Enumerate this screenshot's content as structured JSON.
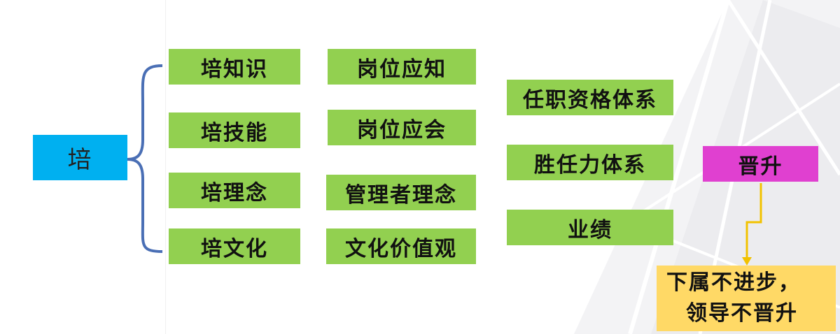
{
  "root": {
    "label": "培"
  },
  "column1": [
    {
      "label": "培知识"
    },
    {
      "label": "培技能"
    },
    {
      "label": "培理念"
    },
    {
      "label": "培文化"
    }
  ],
  "column2": [
    {
      "label": "岗位应知"
    },
    {
      "label": "岗位应会"
    },
    {
      "label": "管理者理念"
    },
    {
      "label": "文化价值观"
    }
  ],
  "column3": [
    {
      "label": "任职资格体系"
    },
    {
      "label": "胜任力体系"
    },
    {
      "label": "业绩"
    }
  ],
  "promotion": {
    "label": "晋升"
  },
  "note": {
    "line1": "下属不进步，",
    "line2": "领导不晋升"
  },
  "colors": {
    "root": "#00b0f0",
    "boxes": "#92d050",
    "promotion": "#e040d0",
    "note": "#ffd966",
    "brace": "#4a6fb5",
    "arrow": "#f2c200"
  }
}
